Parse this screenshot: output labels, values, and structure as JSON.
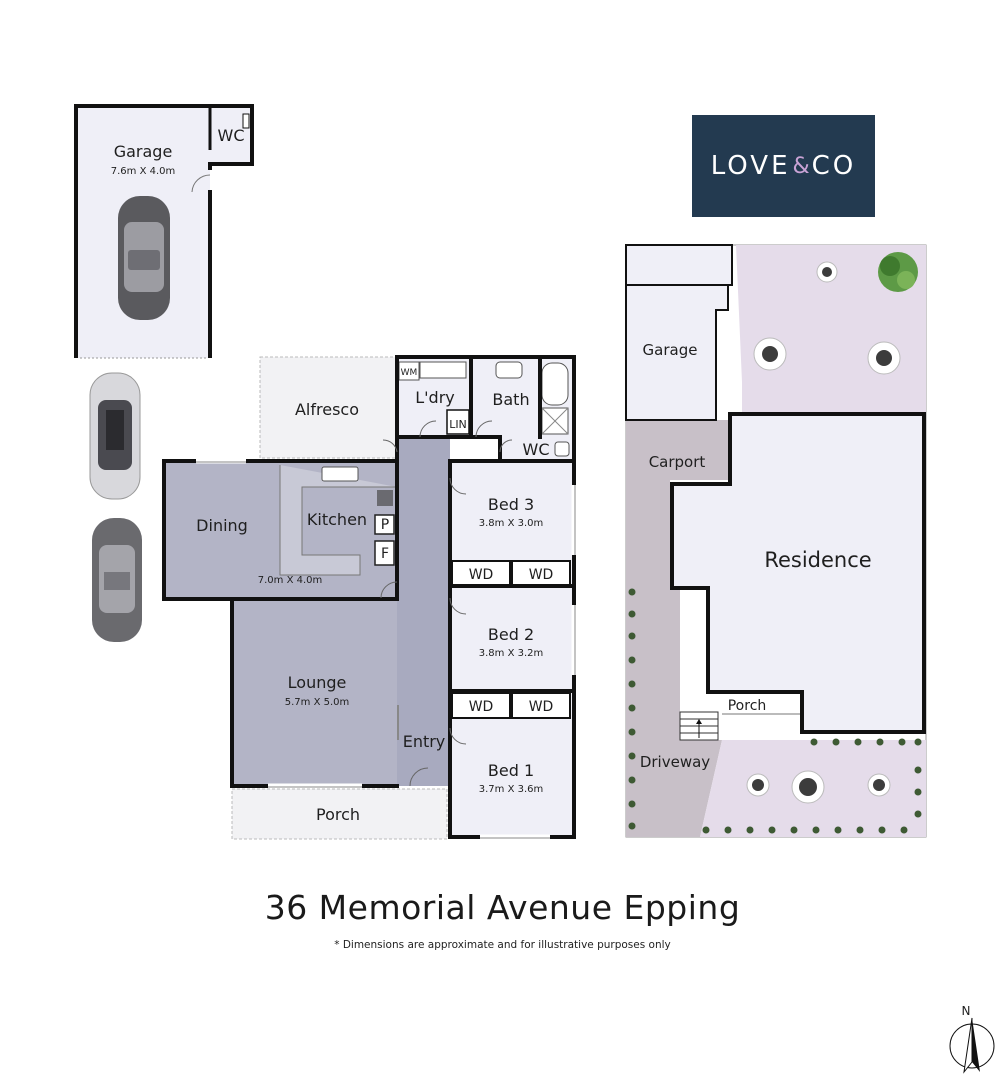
{
  "brand": {
    "name_left": "LOVE",
    "amp": "&",
    "name_right": "CO"
  },
  "title": "36 Memorial Avenue Epping",
  "disclaimer": "* Dimensions are approximate and for illustrative purposes only",
  "compass": {
    "label": "N"
  },
  "floor_plan": {
    "garage": {
      "name": "Garage",
      "dims": "7.6m X 4.0m"
    },
    "garage_wc": "WC",
    "alfresco": "Alfresco",
    "laundry": "L'dry",
    "wm": "WM",
    "linen": "LIN",
    "bath": "Bath",
    "wc": "WC",
    "dining": "Dining",
    "kitchen": "Kitchen",
    "pantry": "P",
    "fridge": "F",
    "kitchen_dining_dims": "7.0m X 4.0m",
    "lounge": {
      "name": "Lounge",
      "dims": "5.7m X 5.0m"
    },
    "entry": "Entry",
    "porch": "Porch",
    "bed3": {
      "name": "Bed 3",
      "dims": "3.8m X 3.0m"
    },
    "bed2": {
      "name": "Bed 2",
      "dims": "3.8m X 3.2m"
    },
    "bed1": {
      "name": "Bed 1",
      "dims": "3.7m X 3.6m"
    },
    "wd": "WD"
  },
  "site_plan": {
    "garage": "Garage",
    "carport": "Carport",
    "residence": "Residence",
    "porch": "Porch",
    "driveway": "Driveway"
  },
  "colors": {
    "room_fill": "#efeff7",
    "living_fill": "#b3b4c6",
    "hall_fill": "#a8aabf",
    "outdoor_fill": "#f3f3f5",
    "wall": "#111111",
    "lawn_fill": "#e5dcea",
    "driveway_fill": "#c8c0c8",
    "brand_bg": "#233a50",
    "brand_accent": "#c9a3d6"
  }
}
